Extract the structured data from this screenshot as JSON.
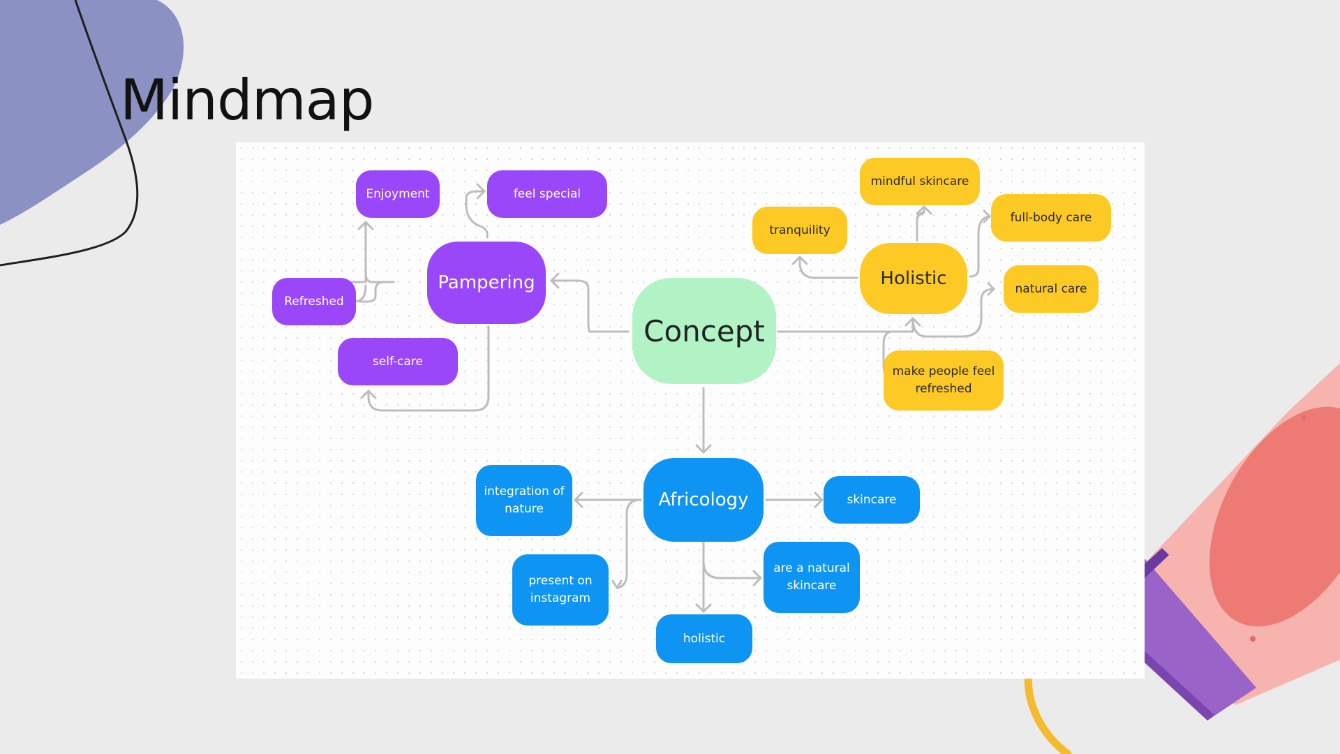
{
  "slide": {
    "title": "Mindmap"
  },
  "mindmap": {
    "center": "Concept",
    "branches": [
      {
        "label": "Pampering",
        "color": "#9a47f9",
        "children": [
          "Enjoyment",
          "feel special",
          "Refreshed",
          "self-care"
        ]
      },
      {
        "label": "Holistic",
        "color": "#fdc924",
        "children": [
          "mindful skincare",
          "tranquility",
          "full-body care",
          "natural care",
          "make people feel refreshed"
        ]
      },
      {
        "label": "Africology",
        "color": "#0e95f3",
        "children": [
          "integration of nature",
          "skincare",
          "present on instagram",
          "are a natural skincare",
          "holistic"
        ]
      }
    ]
  },
  "colors": {
    "background": "#ebebeb",
    "board": "#fdfdfd",
    "connector": "#bdbdbd",
    "center": "#b2f3c6"
  }
}
